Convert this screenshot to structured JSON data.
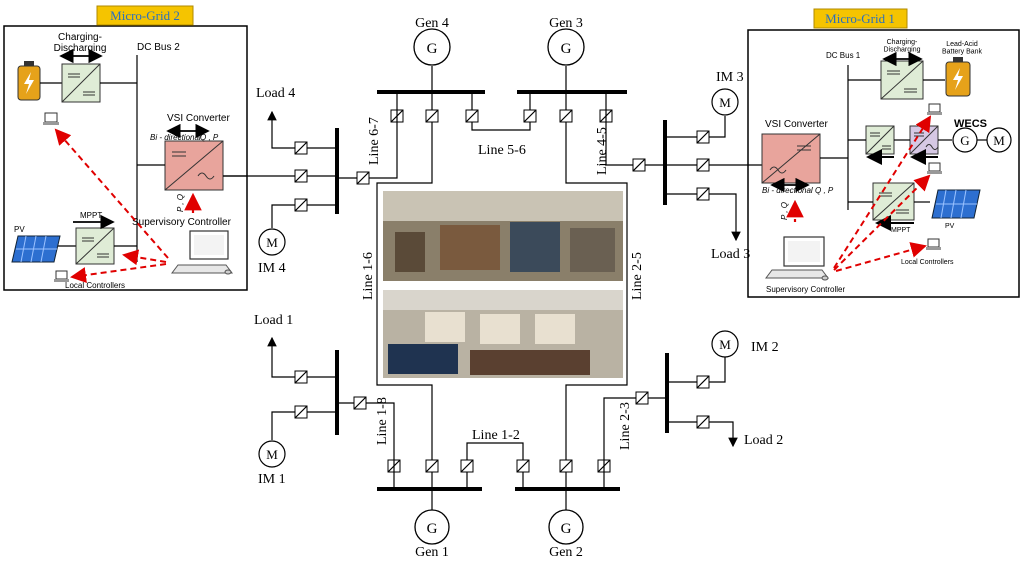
{
  "generators": [
    {
      "id": "gen1",
      "symbol": "G",
      "label": "Gen 1"
    },
    {
      "id": "gen2",
      "symbol": "G",
      "label": "Gen 2"
    },
    {
      "id": "gen3",
      "symbol": "G",
      "label": "Gen 3"
    },
    {
      "id": "gen4",
      "symbol": "G",
      "label": "Gen 4"
    }
  ],
  "motors": [
    {
      "id": "im1",
      "symbol": "M",
      "label": "IM 1"
    },
    {
      "id": "im2",
      "symbol": "M",
      "label": "IM 2"
    },
    {
      "id": "im3",
      "symbol": "M",
      "label": "IM 3"
    },
    {
      "id": "im4",
      "symbol": "M",
      "label": "IM 4"
    }
  ],
  "loads": [
    "Load 1",
    "Load 2",
    "Load 3",
    "Load 4"
  ],
  "lines": {
    "l12": "Line 1-2",
    "l18": "Line 1-8",
    "l16": "Line 1-6",
    "l23": "Line 2-3",
    "l25": "Line 2-5",
    "l45": "Line 4-5",
    "l56": "Line 5-6",
    "l67": "Line 6-7"
  },
  "microgrid1": {
    "title": "Micro-Grid 1",
    "dc_bus": "DC Bus 1",
    "charging": "Charging-\nDischarging",
    "battery": "Lead-Acid\nBattery Bank",
    "vsi": "VSI Converter",
    "bidir": "Bi - directional",
    "qp": "Q , P",
    "pq": "P , Q",
    "wecs": "WECS",
    "gen": "G",
    "motor": "M",
    "mppt": "MPPT",
    "pv": "PV",
    "local": "Local Controllers",
    "supervisory": "Supervisory Controller"
  },
  "microgrid2": {
    "title": "Micro-Grid 2",
    "dc_bus": "DC Bus 2",
    "charging": "Charging-\nDischarging",
    "vsi": "VSI Converter",
    "bidir": "Bi - directional",
    "qp": "Q , P",
    "pq": "P , Q",
    "mppt": "MPPT",
    "pv": "PV",
    "local": "Local Controllers",
    "supervisory": "Supervisory Controller"
  },
  "colors": {
    "title_box": "#f5c400",
    "title_text": "#2a6fc0",
    "vsi_fill": "#e8a49c",
    "conv_fill": "#dfecd6",
    "wecs_conv": "#d6c8e4",
    "signal": "#e00000",
    "pv": "#2d6fd0"
  }
}
